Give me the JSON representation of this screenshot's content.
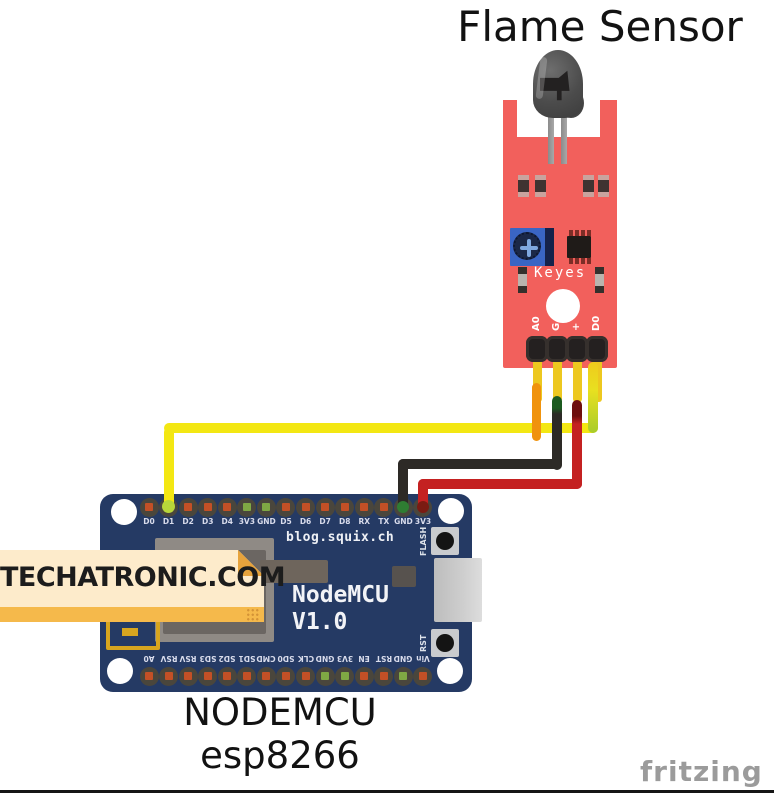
{
  "page": {
    "title": "Flame Sensor",
    "board_caption": "NODEMCU esp8266",
    "overlay_banner": "TECHATRONIC.COM",
    "watermark": "fritzing"
  },
  "flame_sensor": {
    "brand": "Keyes",
    "pins": [
      "A0",
      "G",
      "+",
      "D0"
    ],
    "pcb_color": "#F2605C"
  },
  "nodemcu": {
    "silk_text": "blog.squix.ch",
    "model_line1": "NodeMCU",
    "model_line2": "V1.0",
    "flash_button": "FLASH",
    "reset_button": "RST",
    "top_pins": [
      "D0",
      "D1",
      "D2",
      "D3",
      "D4",
      "3V3",
      "GND",
      "D5",
      "D6",
      "D7",
      "D8",
      "RX",
      "TX",
      "GND",
      "3V3"
    ],
    "bottom_pins": [
      "A0",
      "RSV",
      "RSV",
      "SD3",
      "SD2",
      "SD1",
      "CMD",
      "SD0",
      "CLK",
      "GND",
      "3V3",
      "EN",
      "RST",
      "GND",
      "Vin"
    ],
    "board_color": "#253A64"
  },
  "wires": [
    {
      "sensor_pin": "A0",
      "connects_to": "",
      "color": "orange"
    },
    {
      "sensor_pin": "G",
      "connects_to": "GND",
      "color": "black"
    },
    {
      "sensor_pin": "+",
      "connects_to": "3V3",
      "color": "red"
    },
    {
      "sensor_pin": "D0",
      "connects_to": "D1",
      "color": "yellow"
    }
  ],
  "colors": {
    "pcb_red": "#F2605C",
    "board_navy": "#253A64",
    "wire_yellow": "#F3E713",
    "wire_black": "#2D2A26",
    "wire_red": "#C42121",
    "wire_orange": "#F0930D",
    "cap_green": "#2F7D32",
    "cap_dark_red": "#7A1B12",
    "cap_yellow_green": "#B8D63A",
    "pin_orange": "#C35026",
    "pin_green": "#7FA844",
    "banner_cream": "#FDEBCB",
    "banner_orange": "#F5B94B"
  }
}
